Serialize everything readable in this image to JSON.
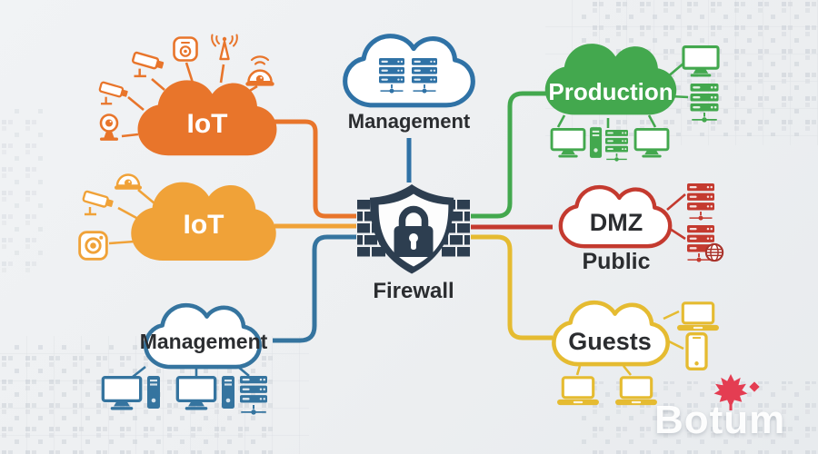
{
  "background": {
    "base_color": "#edeff1",
    "pattern_color": "#c9ced5"
  },
  "firewall": {
    "label": "Firewall",
    "shield_color": "#2d3e50",
    "icon": "shield-lock-icon"
  },
  "zones": {
    "iot_top": {
      "label": "IoT",
      "color": "#e8752b",
      "style": "filled-cloud",
      "devices": [
        "webcam",
        "cctv-camera",
        "cctv-camera",
        "smart-speaker",
        "radio-antenna",
        "dome-camera"
      ]
    },
    "iot_mid": {
      "label": "IoT",
      "color": "#f0a238",
      "style": "filled-cloud",
      "devices": [
        "dome-camera",
        "cctv-camera",
        "photo-camera"
      ]
    },
    "management_local": {
      "label": "Management",
      "color": "#35749f",
      "style": "outline-cloud",
      "devices": [
        "desktop-computer",
        "desktop-computer",
        "server-rack"
      ]
    },
    "management_cloud": {
      "label": "Management",
      "color": "#2f72a6",
      "style": "outline-cloud",
      "devices": [
        "server-rack",
        "server-rack"
      ]
    },
    "production": {
      "label": "Production",
      "color": "#43a84e",
      "style": "filled-cloud",
      "devices": [
        "monitor",
        "server-rack",
        "desktop-computer",
        "server-rack",
        "monitor"
      ]
    },
    "dmz": {
      "label": "DMZ",
      "sublabel": "Public",
      "color": "#c43a2f",
      "style": "outline-cloud",
      "devices": [
        "server-rack",
        "server-rack-with-globe"
      ]
    },
    "guests": {
      "label": "Guests",
      "color": "#e5bb31",
      "style": "outline-cloud",
      "devices": [
        "laptop",
        "smartphone",
        "laptop",
        "laptop"
      ]
    }
  },
  "links": [
    {
      "from": "iot_top",
      "to": "firewall",
      "color": "#e8752b"
    },
    {
      "from": "iot_mid",
      "to": "firewall",
      "color": "#f0a238"
    },
    {
      "from": "management_local",
      "to": "firewall",
      "color": "#35749f"
    },
    {
      "from": "management_cloud",
      "to": "firewall",
      "color": "#2f72a6"
    },
    {
      "from": "production",
      "to": "firewall",
      "color": "#43a84e"
    },
    {
      "from": "dmz",
      "to": "firewall",
      "color": "#c43a2f"
    },
    {
      "from": "guests",
      "to": "firewall",
      "color": "#e5bb31"
    }
  ],
  "watermark": {
    "text": "Botum",
    "text_color": "#ffffff",
    "leaf_color": "#e43d52"
  }
}
